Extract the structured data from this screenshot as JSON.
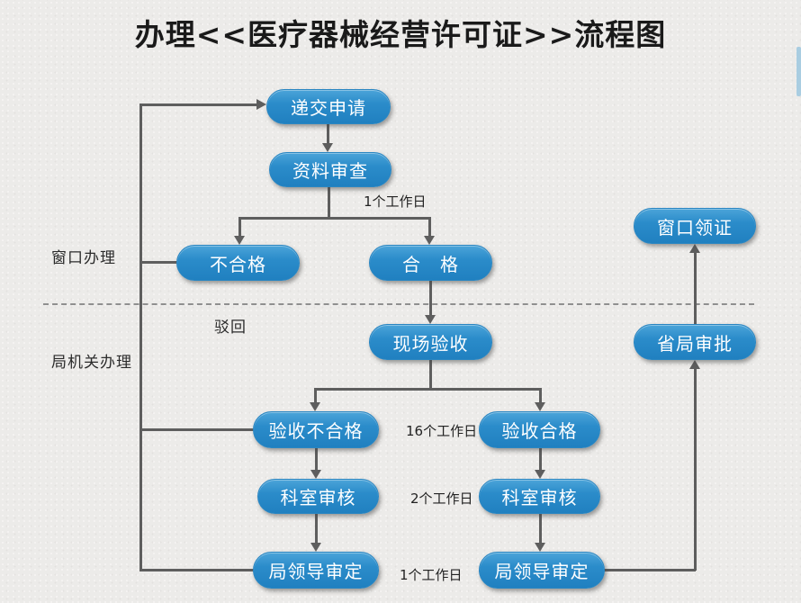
{
  "title": "办理<<医疗器械经营许可证>>流程图",
  "colors": {
    "node_fill": "#2b8cca",
    "node_text": "#ffffff",
    "connector": "#5e5e5e",
    "background": "#ecebe9",
    "lane_divider": "#8f8f8f"
  },
  "lanes": {
    "window": "窗口办理",
    "bureau": "局机关办理"
  },
  "nodes": {
    "submit": "递交申请",
    "doc_review": "资料审查",
    "unqualified": "不合格",
    "qualified": "合　格",
    "site_inspection": "现场验收",
    "inspection_fail": "验收不合格",
    "inspection_pass": "验收合格",
    "dept_review_left": "科室审核",
    "dept_review_right": "科室审核",
    "leader_approval_left": "局领导审定",
    "leader_approval_right": "局领导审定",
    "provincial_approval": "省局审批",
    "collect_cert": "窗口领证"
  },
  "annotations": {
    "reject": "驳回",
    "days_doc_review": "1个工作日",
    "days_site_inspection": "16个工作日",
    "days_dept_review": "2个工作日",
    "days_leader_approval": "1个工作日"
  },
  "edges": [
    "递交申请 -> 资料审查",
    "资料审查 -> 不合格 (1个工作日)",
    "资料审查 -> 合格 (1个工作日)",
    "不合格 -> 递交申请 (驳回回路)",
    "合格 -> 现场验收",
    "现场验收 -> 验收不合格 (16个工作日)",
    "现场验收 -> 验收合格 (16个工作日)",
    "验收不合格 -> 科室审核 (2个工作日)",
    "验收合格 -> 科室审核 (2个工作日)",
    "科室审核 -> 局领导审定 (1个工作日)",
    "验收不合格 -> 递交申请 (驳回回路)",
    "局领导审定(不合格线) -> 递交申请 (驳回回路)",
    "局领导审定(合格线) -> 省局审批",
    "省局审批 -> 窗口领证"
  ]
}
